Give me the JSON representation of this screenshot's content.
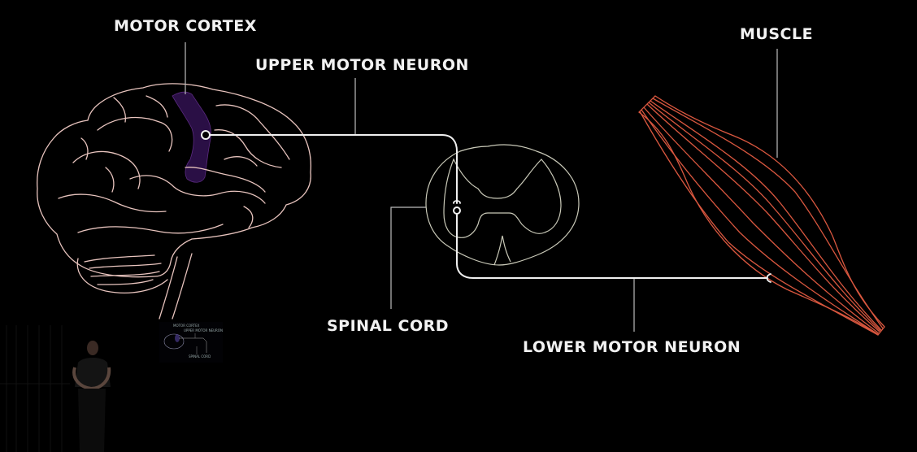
{
  "diagram": {
    "title": "Motor pathway: brain to muscle",
    "labels": {
      "motor_cortex": "MOTOR CORTEX",
      "upper_motor_neuron": "UPPER MOTOR NEURON",
      "muscle": "MUSCLE",
      "spinal_cord": "SPINAL CORD",
      "lower_motor_neuron": "LOWER MOTOR NEURON"
    },
    "structures": [
      {
        "id": "brain",
        "name": "Brain",
        "highlight_region": "Motor cortex"
      },
      {
        "id": "spinal-cord",
        "name": "Spinal cord cross-section"
      },
      {
        "id": "muscle",
        "name": "Muscle"
      }
    ],
    "connections": [
      {
        "from": "motor-cortex",
        "to": "spinal-cord",
        "label": "UPPER MOTOR NEURON"
      },
      {
        "from": "spinal-cord",
        "to": "muscle",
        "label": "LOWER MOTOR NEURON"
      }
    ],
    "colors": {
      "background": "#000000",
      "text": "#f2f2f2",
      "brain_outline": "#e8c4be",
      "motor_cortex_fill": "#2a0f45",
      "neuron_path": "#f0f0f0",
      "spinal_outline": "#c9c9b8",
      "muscle_fibers": "#d9573f",
      "leader_lines": "#bdbdbd"
    }
  },
  "scene": {
    "presenter": "Presenter on stage (video inset)",
    "mini_screen_labels": [
      "MOTOR CORTEX",
      "UPPER MOTOR NEURON",
      "SPINAL CORD"
    ]
  }
}
